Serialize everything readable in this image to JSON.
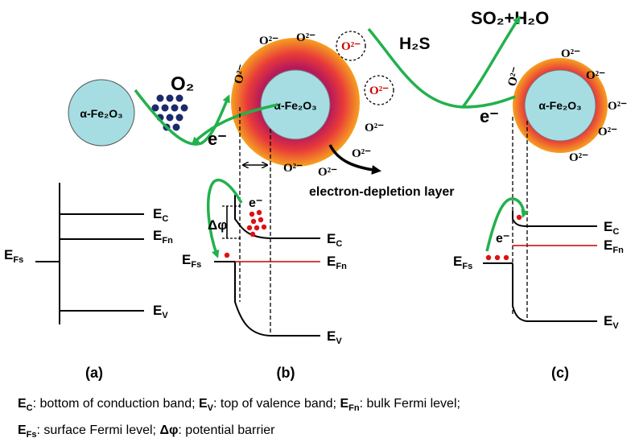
{
  "particles": {
    "small": "α-Fe₂O₃",
    "big": "α-Fe₂O₃",
    "right": "α-Fe₂O₃"
  },
  "gases": {
    "o2": "O₂",
    "h2s": "H₂S",
    "products": "SO₂+H₂O"
  },
  "electron": "e⁻",
  "oxygen_ion": "O²⁻",
  "depletion_label": "electron-depletion layer",
  "bands": {
    "ec": "E",
    "ec_sub": "C",
    "efn": "E",
    "efn_sub": "Fn",
    "efs": "E",
    "efs_sub": "Fs",
    "ev": "E",
    "ev_sub": "V",
    "delta_phi": "Δφ"
  },
  "panels": [
    "(a)",
    "(b)",
    "(c)"
  ],
  "legend": [
    {
      "sym": "E",
      "sub": "C",
      "text": ": bottom of conduction band; "
    },
    {
      "sym": "E",
      "sub": "V",
      "text": ": top of valence band; "
    },
    {
      "sym": "E",
      "sub": "Fn",
      "text": ": bulk Fermi level;"
    },
    {
      "sym": "E",
      "sub": "Fs",
      "text": ": surface Fermi level; "
    },
    {
      "sym": "Δφ",
      "sub": "",
      "text": ": potential barrier"
    }
  ],
  "colors": {
    "arrow": "#22b14c",
    "core": "#a6dde2",
    "fermi_line": "#cc0000",
    "electron_dot": "#dd1111",
    "adsorbed_o2": "#1a2a6c"
  }
}
